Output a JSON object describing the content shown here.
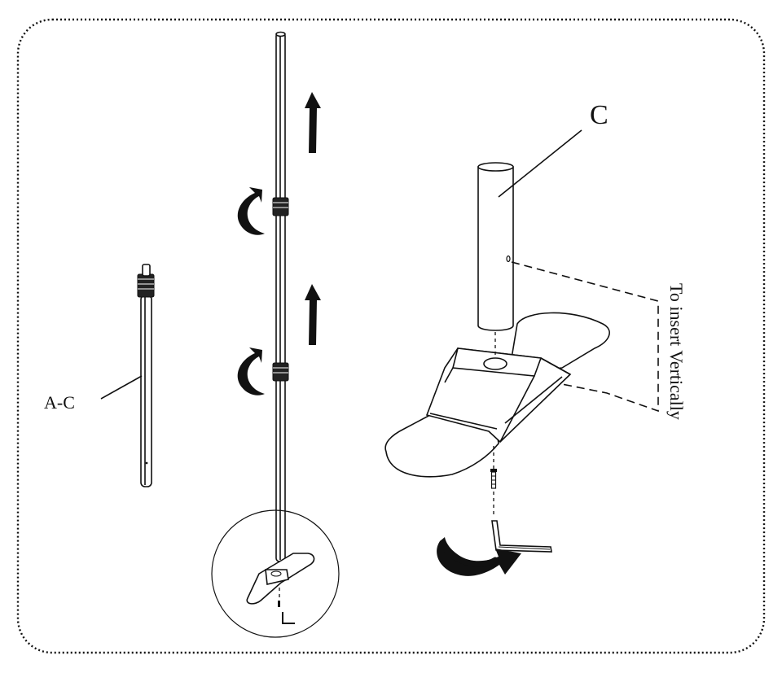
{
  "labels": {
    "part_c": "C",
    "part_a_c": "A-C",
    "instruction": "To insert Vertically"
  }
}
